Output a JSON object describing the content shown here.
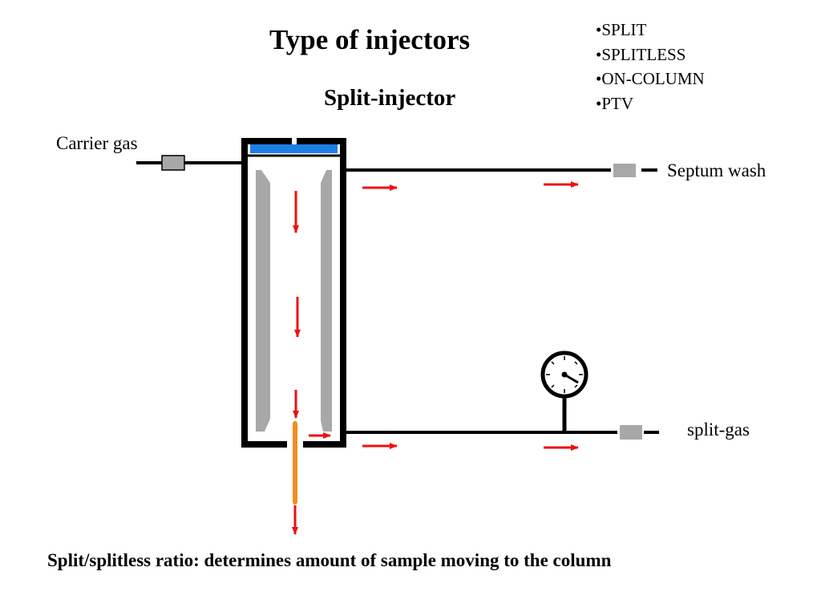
{
  "slide": {
    "title": "Type of injectors",
    "subtitle": "Split-injector",
    "injector_types": [
      "SPLIT",
      "SPLITLESS",
      "ON-COLUMN",
      "PTV"
    ],
    "caption": "Split/splitless ratio: determines amount of sample moving to the column"
  },
  "diagram": {
    "labels": {
      "carrier_gas": "Carrier gas",
      "septum_wash": "Septum wash",
      "split_gas": "split-gas"
    },
    "colors": {
      "wall": "#000000",
      "septum": "#1e7ee6",
      "liner": "#a8a8a8",
      "valve": "#a8a8a8",
      "flow_arrow": "#ee1111",
      "column": "#f0901e"
    },
    "icons": [
      "pressure-gauge-icon",
      "valve-icon",
      "flow-arrow-icon"
    ]
  }
}
